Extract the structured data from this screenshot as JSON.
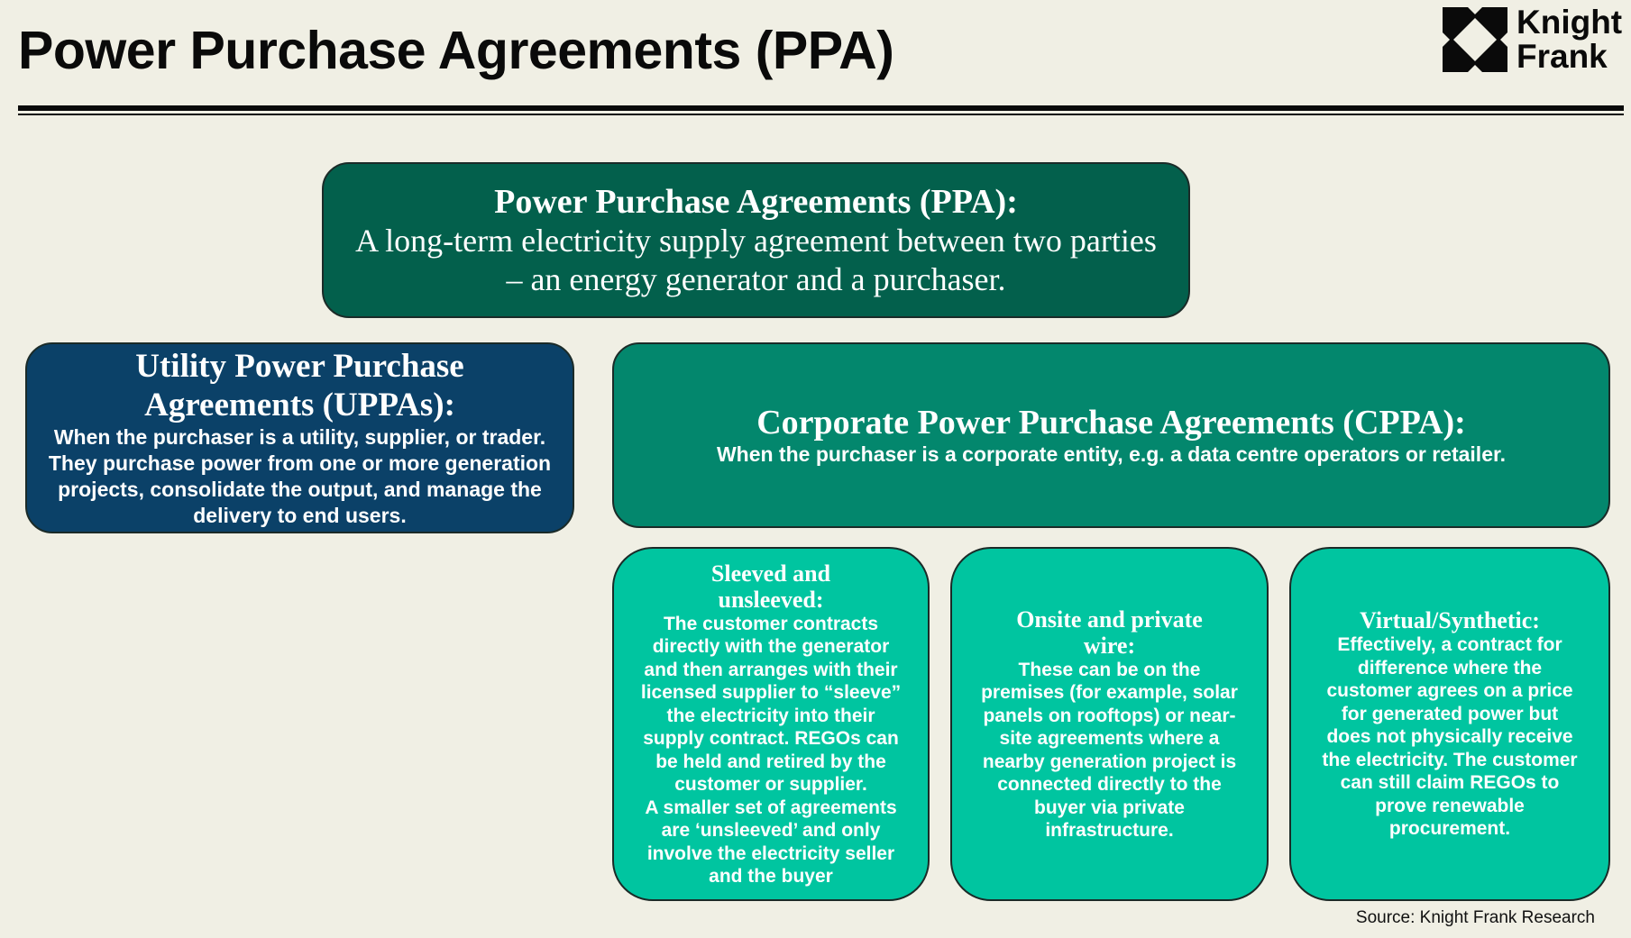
{
  "header": {
    "title": "Power Purchase Agreements (PPA)",
    "logo_text_line1": "Knight",
    "logo_text_line2": "Frank"
  },
  "ppa": {
    "heading": "Power Purchase Agreements (PPA):",
    "body": "A long-term electricity supply agreement between two parties – an energy generator and a purchaser."
  },
  "uppa": {
    "heading": "Utility Power Purchase Agreements (UPPAs):",
    "body": "When the purchaser is a utility, supplier, or trader. They purchase power from one or more generation projects, consolidate the output, and manage the delivery to end users."
  },
  "cppa": {
    "heading": "Corporate Power Purchase Agreements (CPPA):",
    "body": "When the purchaser is a corporate entity, e.g. a data centre operators or retailer."
  },
  "types": [
    {
      "heading": "Sleeved and unsleeved:",
      "body": "The customer contracts directly with the generator and then arranges with their licensed supplier to “sleeve” the electricity into their supply contract. REGOs can be held and retired by the customer or supplier.",
      "body2": "A smaller set of agreements are ‘unsleeved’ and only involve the electricity seller and the buyer"
    },
    {
      "heading": "Onsite and private wire:",
      "body": "These can be on the premises (for example, solar panels on rooftops) or near-site agreements where a nearby generation project is connected directly to the buyer via private infrastructure."
    },
    {
      "heading": "Virtual/Synthetic:",
      "body": "Effectively, a contract for difference where the customer agrees on a price for generated power but does not physically receive the electricity. The customer can still claim REGOs to prove renewable procurement."
    }
  ],
  "footer": {
    "source": "Source: Knight Frank Research"
  },
  "colors": {
    "ppa": "#03604c",
    "uppa": "#0b4168",
    "cppa": "#03876d",
    "types": "#00c5a0",
    "background": "#f0efe4"
  }
}
